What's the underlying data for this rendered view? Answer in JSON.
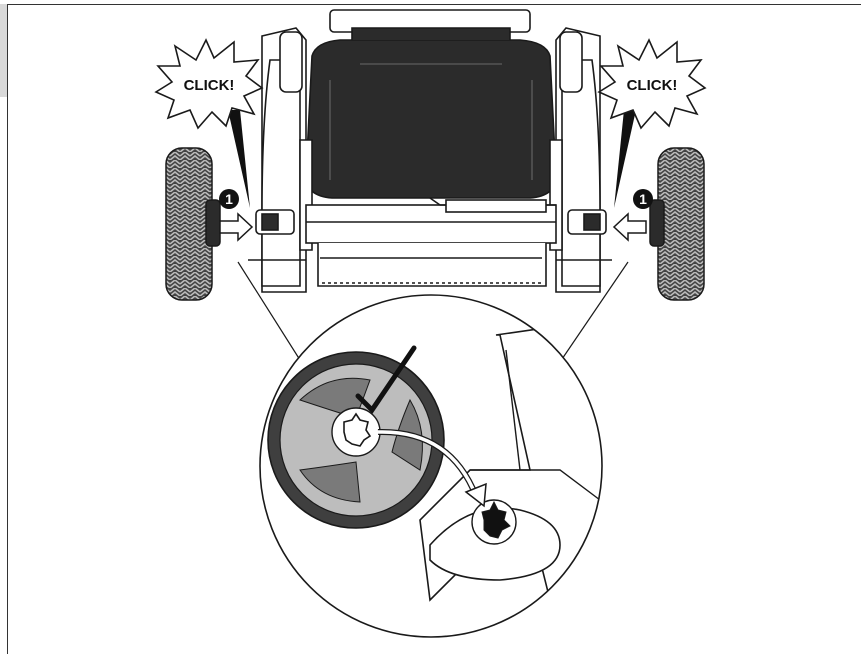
{
  "callouts": {
    "left_click": "CLICK!",
    "right_click": "CLICK!",
    "step_number": "1"
  },
  "colors": {
    "line": "#1a1a1a",
    "tire": "#3f3f3f",
    "hub_gray": "#bdbdbd",
    "spoke_gray": "#7a7a7a",
    "deck_gray": "#2b2b2b",
    "frame_gray": "#d9d9d9"
  }
}
